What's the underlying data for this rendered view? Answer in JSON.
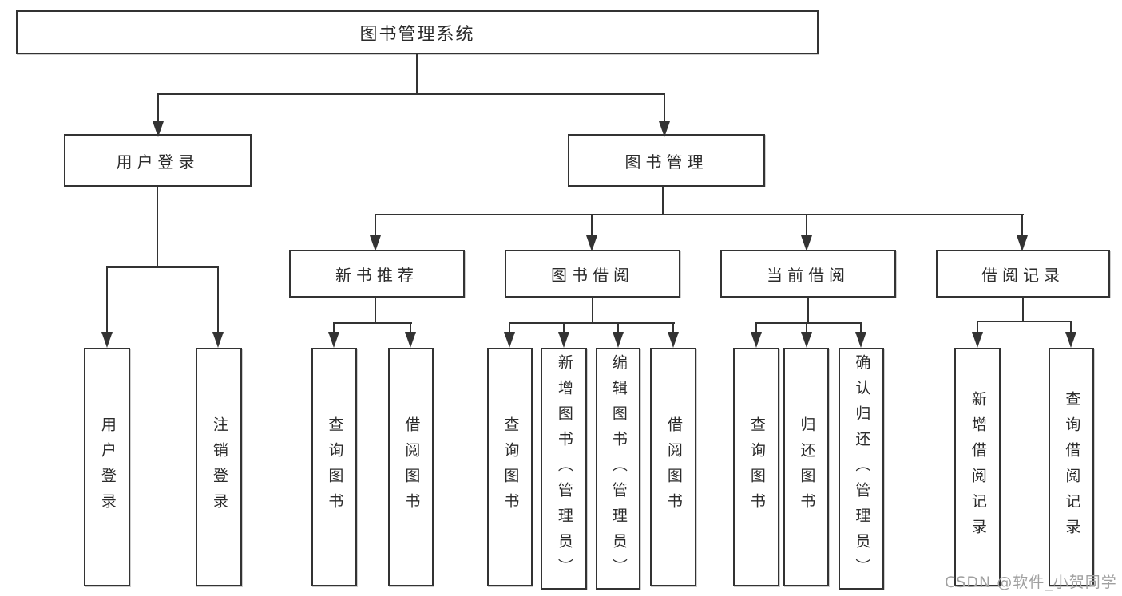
{
  "nodes": {
    "root": "图书管理系统",
    "user_login": "用户登录",
    "book_management": "图书管理",
    "new_book_recommend": "新书推荐",
    "book_borrowing": "图书借阅",
    "current_borrowing": "当前借阅",
    "borrowing_records": "借阅记录",
    "leaf_user_login": "用户登录",
    "leaf_logout": "注销登录",
    "leaf_rec_query_books": "查询图书",
    "leaf_rec_borrow_books": "借阅图书",
    "leaf_bor_query_books": "查询图书",
    "leaf_bor_add_books": "新增图书（管理员）",
    "leaf_bor_edit_books": "编辑图书（管理员）",
    "leaf_bor_borrow_books": "借阅图书",
    "leaf_cur_query_books": "查询图书",
    "leaf_cur_return_books": "归还图书",
    "leaf_cur_confirm_return": "确认归还（管理员）",
    "leaf_records_add_record": "新增借阅记录",
    "leaf_records_query_record": "查询借阅记录"
  },
  "watermark": "CSDN @软件_小贺同学",
  "colors": {
    "line": "#333333",
    "box_border": "#333333",
    "text": "#2b2b2b",
    "watermark": "#a0a0a0",
    "background": "#ffffff"
  }
}
